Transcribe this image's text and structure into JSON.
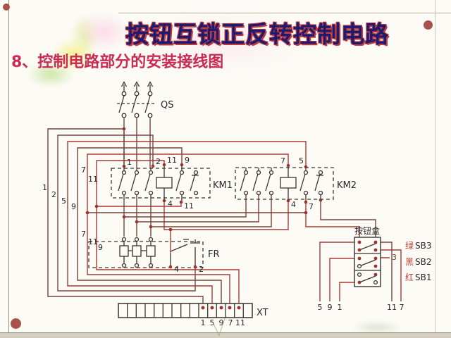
{
  "page": {
    "title": "按钮互锁正反转控制电路",
    "subtitle": "8、控制电路部分的安装接线图"
  },
  "labels": {
    "qs": "QS",
    "km1": "KM1",
    "km2": "KM2",
    "fr": "FR",
    "xt": "XT"
  },
  "wires": {
    "left_loop": [
      "1",
      "2",
      "5",
      "9"
    ],
    "km1_left": [
      "7",
      "11"
    ],
    "fr_left": [
      "7",
      "11",
      "9"
    ],
    "km1_top": [
      "1",
      "2",
      "11",
      "9"
    ],
    "km1_bottom": [
      "4",
      "11"
    ],
    "km2_top": [
      "7",
      "5"
    ],
    "km2_bottom": [
      "4",
      "7"
    ],
    "fr_bottom": [
      "4",
      "2"
    ],
    "xt_terminals": [
      "1",
      "5",
      "9",
      "7",
      "11"
    ]
  },
  "button_box": {
    "title": "按钮盒",
    "wire_3": "3",
    "rows": [
      {
        "color": "绿",
        "id": "SB3"
      },
      {
        "color": "黑",
        "id": "SB2"
      },
      {
        "color": "红",
        "id": "SB1"
      }
    ],
    "bottom_wires": [
      "5",
      "9",
      "1",
      "11",
      "7"
    ]
  },
  "colors": {
    "wire_red": "#a83a34",
    "wire_dark": "#77443a",
    "component_black": "#3a332e",
    "junction_dot": "#9c342c",
    "title_navy": "#1b1b72",
    "title_outline_red": "#c23b3b",
    "subtitle_red": "#cb2b55",
    "accent_dot": "#a8524a"
  }
}
